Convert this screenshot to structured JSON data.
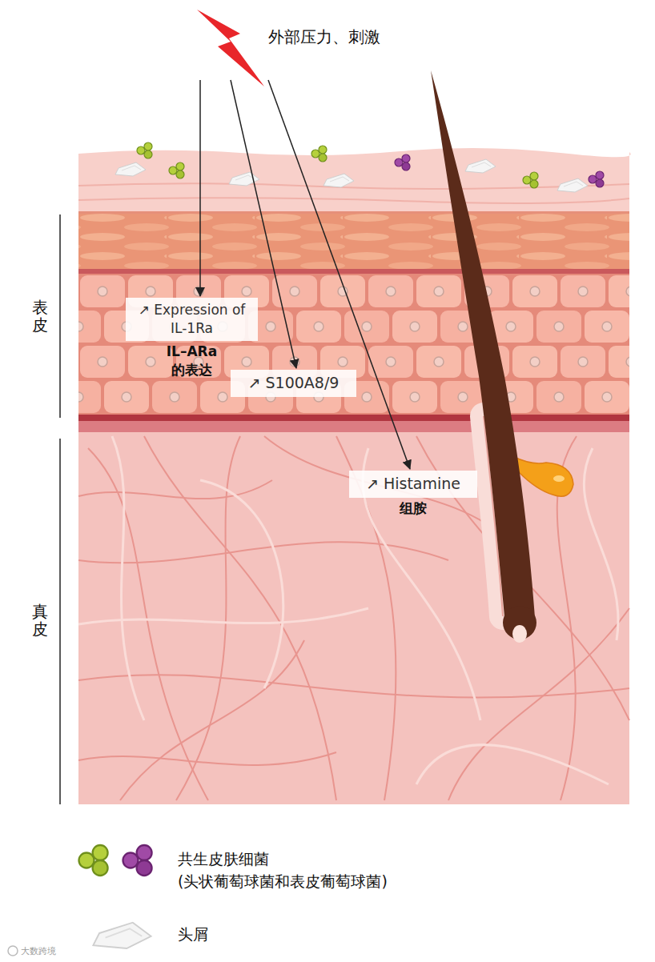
{
  "diagram": {
    "nodes": [
      {
        "text": [
          "外部压力、刺激"
        ]
      },
      {
        "text": [
          "↗ Expression of IL-1Ra",
          "IL–ARa 的表达"
        ]
      },
      {
        "text": [
          "↗ S100A8/9"
        ]
      },
      {
        "text": [
          "↗ Histamine",
          "组胺"
        ]
      }
    ],
    "edges": [
      {
        "from": 0,
        "to": 1,
        "arrow": "to"
      },
      {
        "from": 0,
        "to": 2,
        "arrow": "to"
      },
      {
        "from": 0,
        "to": 3,
        "arrow": "to"
      }
    ],
    "labels": [
      "表皮",
      "真皮",
      "大数跨境"
    ],
    "legend": [
      {
        "text": "共生皮肤细菌 (头状葡萄球菌和表皮葡萄球菌)"
      },
      {
        "text": "头屑"
      }
    ]
  }
}
